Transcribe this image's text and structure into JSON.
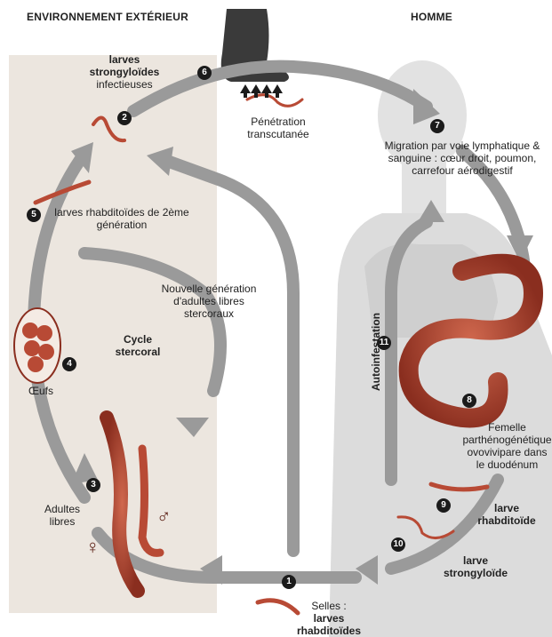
{
  "headers": {
    "left": "ENVIRONNEMENT EXTÉRIEUR",
    "right": "HOMME"
  },
  "labels": {
    "larves_strongyloides_bold": "larves strongyloïdes",
    "larves_strongyloides_sub": "infectieuses",
    "penetration": "Pénétration transcutanée",
    "migration": "Migration par voie lymphatique & sanguine : cœur droit, poumon, carrefour aérodigestif",
    "larves_rhabditoides_2": "larves rhabditoïdes de 2ème génération",
    "nouvelle_generation": "Nouvelle génération d'adultes libres stercoraux",
    "cycle": "Cycle stercoral",
    "oeufs": "Œufs",
    "adultes": "Adultes libres",
    "autoinfestation": "Autoinfestation",
    "femelle": "Femelle parthénogénétique ovovivipare dans le duodénum",
    "larve_rhabditoide": "larve rhabditoïde",
    "larve_strongyloide": "larve strongyloïde",
    "selles_prefix": "Selles :",
    "selles_bold": "larves rhabditoïdes",
    "male_symbol": "♂",
    "female_symbol": "♀"
  },
  "numbers": [
    "1",
    "2",
    "3",
    "4",
    "5",
    "6",
    "7",
    "8",
    "9",
    "10",
    "11"
  ],
  "colors": {
    "panel": "#ece6df",
    "arrow": "#9a9a9a",
    "worm": "#b84a35",
    "worm_dark": "#7a2a1c",
    "body_silhouette": "#d9d9d9",
    "badge": "#1b1b1b"
  }
}
